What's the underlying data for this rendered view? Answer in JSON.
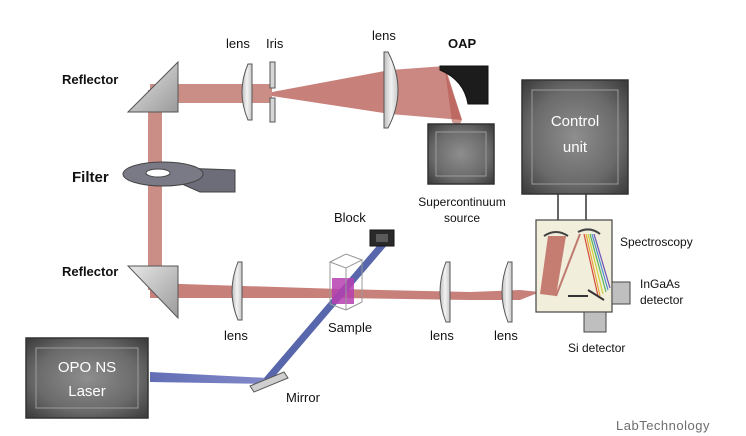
{
  "labels": {
    "reflector_top": "Reflector",
    "reflector_bottom": "Reflector",
    "filter": "Filter",
    "lens_top_1": "lens",
    "iris": "Iris",
    "lens_top_2": "lens",
    "oap": "OAP",
    "supercontinuum_line1": "Supercontinuum",
    "supercontinuum_line2": "source",
    "control_unit_line1": "Control",
    "control_unit_line2": "unit",
    "block": "Block",
    "spectroscopy": "Spectroscopy",
    "ingaas_line1": "InGaAs",
    "ingaas_line2": "detector",
    "si_detector": "Si detector",
    "sample": "Sample",
    "lens_bottom_1": "lens",
    "lens_bottom_2": "lens",
    "lens_bottom_3": "lens",
    "opo_line1": "OPO NS",
    "opo_line2": "Laser",
    "mirror": "Mirror",
    "watermark": "LabTechnology"
  },
  "colors": {
    "beam_red": "#b5564d",
    "beam_blue": "#4f5fa8",
    "gray_box": "#7a7a7a",
    "gray_dark": "#555555",
    "optic_fill": "#d9d9d9",
    "spectro_fill": "#f1efdc",
    "sample_fill": "#b63fb0"
  }
}
